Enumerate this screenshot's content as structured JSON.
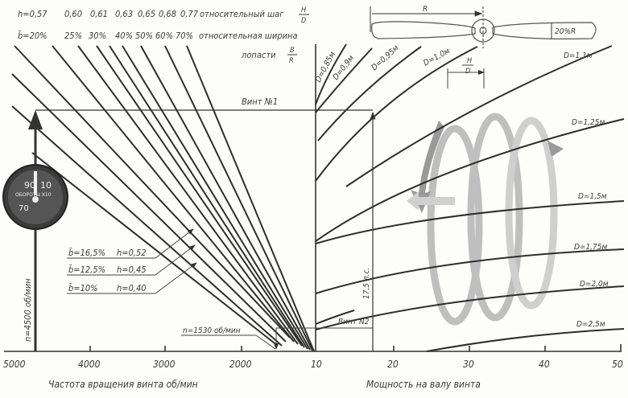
{
  "header": {
    "pitch_row": [
      "h=0,57",
      "0,60",
      "0,61",
      "0,63",
      "0,65",
      "0,68",
      "0,77"
    ],
    "pitch_label": "относительный шаг",
    "pitch_fraction_num": "H",
    "pitch_fraction_den": "D",
    "width_row": [
      "b̄=20%",
      "25%",
      "30%",
      "40%",
      "50%",
      "60%",
      "70%"
    ],
    "width_label": "относительная ширина",
    "width_label2": "лопасти",
    "width_fraction_num": "B",
    "width_fraction_den": "R"
  },
  "extra_lines": [
    {
      "b": "b̄=16,5%",
      "h": "h=0,52"
    },
    {
      "b": "b̄=12,5%",
      "h": "h=0,45"
    },
    {
      "b": "b̄=10%",
      "h": "h=0,40"
    }
  ],
  "diameters": [
    "D=0,85м",
    "D=0,9м",
    "D=0,95м",
    "D=1,0м",
    "D=1,1м",
    "D=1,25м",
    "D=1,5м",
    "D=1,75м",
    "D=2,0м",
    "D=2,5м"
  ],
  "annotations": {
    "vint1": "Винт №1",
    "vint2": "Винт N2",
    "rpm_4500": "n=4500 об/мин",
    "rpm_1530": "n=1530 об/мин",
    "power_175": "17,5 л.с."
  },
  "propeller": {
    "radius_label": "R",
    "width_label": "20%R",
    "pitch_label_num": "H",
    "pitch_label_den": "D"
  },
  "tachometer": {
    "dial_90": "90",
    "dial_10": "10",
    "dial_70": "70",
    "dial_text": "ОБОРОТЫ Х10"
  },
  "axes": {
    "left_ticks": [
      "5000",
      "4000",
      "3000",
      "2000",
      "10"
    ],
    "left_title": "Частота вращения винта об/мин",
    "right_ticks": [
      "20",
      "30",
      "40",
      "50"
    ],
    "right_title": "Мощность на валу винта"
  }
}
